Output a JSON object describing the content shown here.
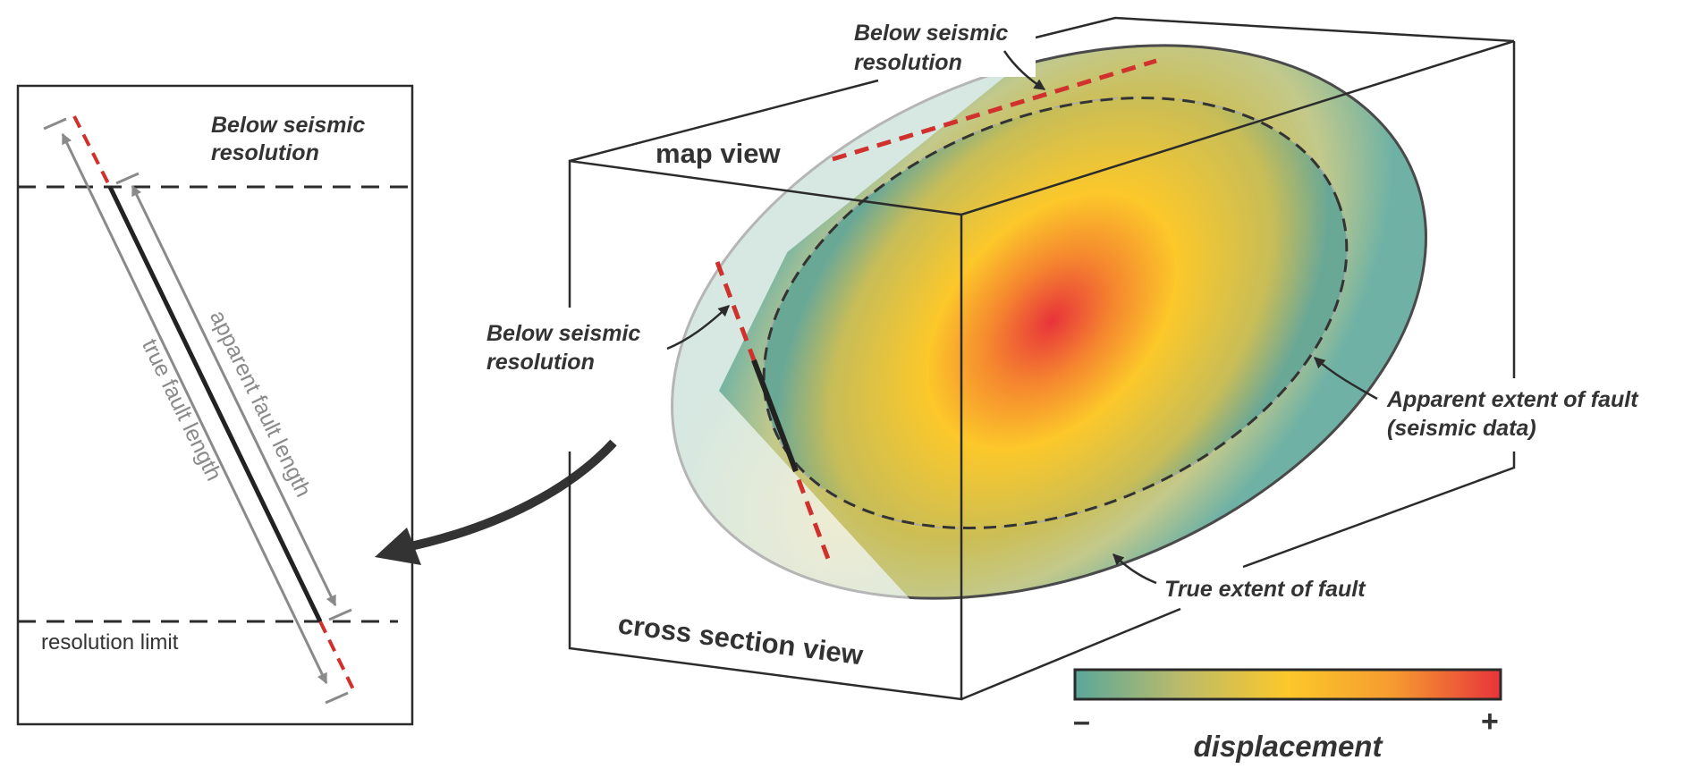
{
  "left_panel": {
    "top_label_line1": "Below seismic",
    "top_label_line2": "resolution",
    "resolution_limit_label": "resolution limit",
    "true_length_label": "true fault length",
    "apparent_length_label": "apparent fault length"
  },
  "block": {
    "map_view_label": "map view",
    "cross_section_label": "cross section view",
    "top_annotation_line1": "Below seismic",
    "top_annotation_line2": "resolution",
    "side_annotation_line1": "Below seismic",
    "side_annotation_line2": "resolution",
    "apparent_extent_line1": "Apparent extent of fault",
    "apparent_extent_line2": "(seismic data)",
    "true_extent_label": "True extent of fault"
  },
  "legend": {
    "title": "displacement",
    "min_label": "–",
    "max_label": "+",
    "colors": [
      "#5aa79a",
      "#bcbb6a",
      "#fcc82a",
      "#f59a30",
      "#e8343a"
    ]
  },
  "colors": {
    "outline": "#2b2b2b",
    "red_dash": "#d0312d",
    "grey_arrow": "#8a8a8a",
    "faded_fill": "#dce9e2"
  }
}
